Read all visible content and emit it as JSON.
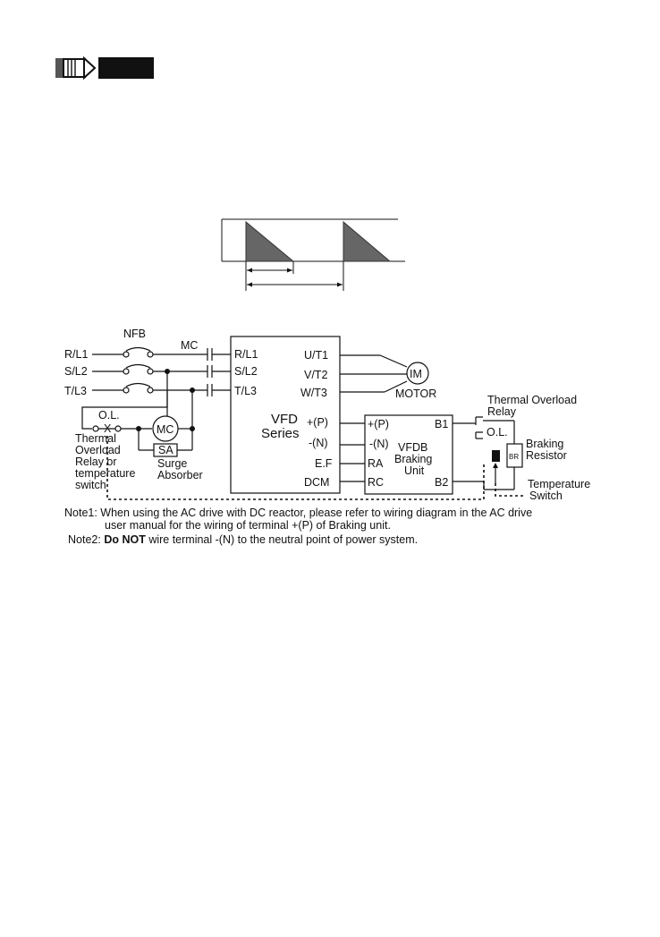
{
  "diagram": {
    "breaker": {
      "label": "NFB"
    },
    "contactor": {
      "label": "MC"
    },
    "supply": [
      "R/L1",
      "S/L2",
      "T/L3"
    ],
    "vfd": {
      "name_line1": "VFD",
      "name_line2": "Series",
      "in_terms": [
        "R/L1",
        "S/L2",
        "T/L3"
      ],
      "out_terms": [
        "U/T1",
        "V/T2",
        "W/T3"
      ],
      "dc_plus": "+(P)",
      "dc_minus": "-(N)",
      "ef": "E.F",
      "dcm": "DCM"
    },
    "motor": {
      "symbol": "IM",
      "label": "MOTOR"
    },
    "braking_unit": {
      "line1": "VFDB",
      "line2": "Braking",
      "line3": "Unit",
      "plus": "+(P)",
      "minus": "-(N)",
      "ra": "RA",
      "rc": "RC",
      "b1": "B1",
      "b2": "B2"
    },
    "thermal_relay_right": {
      "line1": "Thermal Overload",
      "line2": "Relay",
      "ol": "O.L."
    },
    "braking_resistor": {
      "symbol": "BR",
      "line1": "Braking",
      "line2": "Resistor"
    },
    "temp_switch": {
      "line1": "Temperature",
      "line2": "Switch"
    },
    "overload_left": {
      "ol": "O.L.",
      "x_mark": "X",
      "lines": [
        "Thermal",
        "Overload",
        "Relay or",
        "temperature",
        "switch"
      ]
    },
    "mc_coil": "MC",
    "surge": {
      "box": "SA",
      "line1": "Surge",
      "line2": "Absorber"
    }
  },
  "notes": {
    "note1_line1": "Note1: When using the AC drive with DC reactor, please refer to wiring diagram in the AC drive",
    "note1_line2": "user manual for the wiring of terminal +(P) of Braking unit.",
    "note2_prefix": "Note2: ",
    "note2_bold": "Do NOT",
    "note2_rest": " wire terminal -(N) to the neutral point of power system."
  }
}
